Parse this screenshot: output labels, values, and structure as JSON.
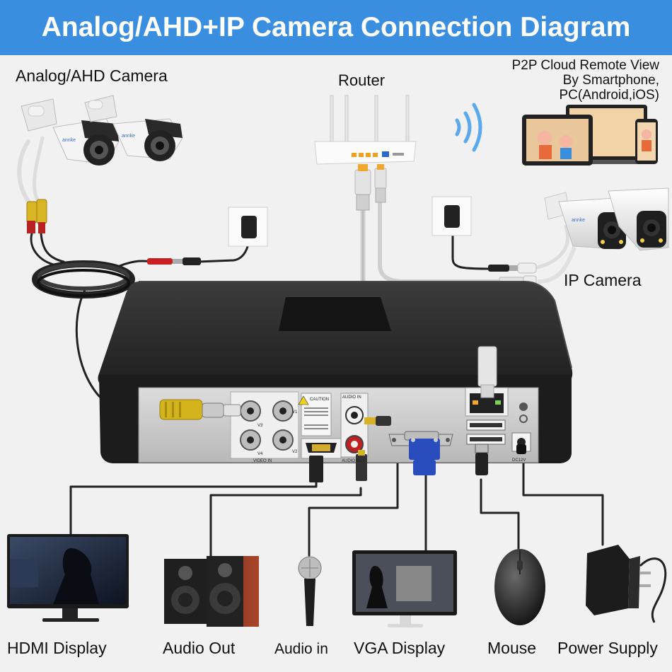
{
  "title": "Analog/AHD+IP Camera Connection Diagram",
  "labels": {
    "analog_camera": "Analog/AHD Camera",
    "router": "Router",
    "p2p": "P2P Cloud Remote View By Smartphone, PC(Android,iOS)",
    "ip_camera": "IP Camera",
    "hdmi_display": "HDMI Display",
    "audio_out": "Audio Out",
    "audio_in": "Audio in",
    "vga_display": "VGA Display",
    "mouse": "Mouse",
    "power_supply": "Power Supply"
  },
  "dvr_panel": {
    "audio_in": "AUDIO IN",
    "audio_out": "AUDIO OUT",
    "video_in": "VIDEO IN",
    "v1": "V1",
    "v2": "V2",
    "v3": "V3",
    "v4": "V4",
    "caution": "CAUTION",
    "dc12v": "DC12V"
  },
  "camera_brand": "Annke",
  "colors": {
    "banner": "#3a8ee0",
    "background": "#f1f1f1",
    "dvr_body": "#2b2b2b",
    "cable": "#222222",
    "bnc_connector": "#d4b41c",
    "vga_connector": "#2a4dbd"
  }
}
